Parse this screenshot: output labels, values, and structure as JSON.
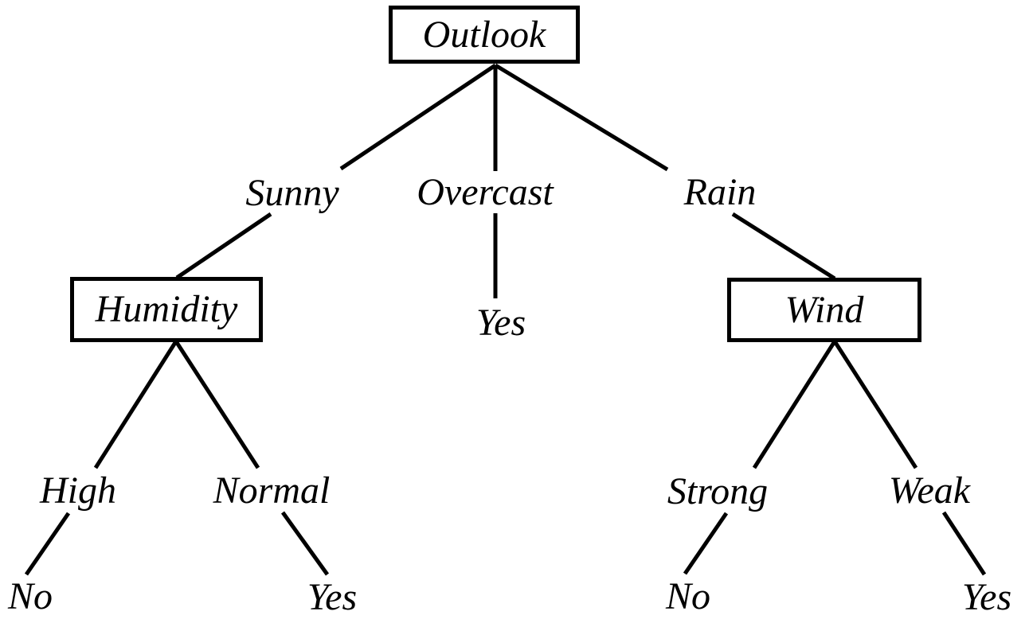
{
  "diagram": {
    "kind": "decision-tree",
    "colors": {
      "background": "#ffffff",
      "line": "#000000",
      "text": "#000000"
    }
  },
  "root": {
    "label": "Outlook"
  },
  "branches": {
    "sunny": {
      "edge_label": "Sunny",
      "node": {
        "label": "Humidity"
      },
      "children": {
        "high": {
          "edge_label": "High",
          "leaf": "No"
        },
        "normal": {
          "edge_label": "Normal",
          "leaf": "Yes"
        }
      }
    },
    "overcast": {
      "edge_label": "Overcast",
      "leaf": "Yes"
    },
    "rain": {
      "edge_label": "Rain",
      "node": {
        "label": "Wind"
      },
      "children": {
        "strong": {
          "edge_label": "Strong",
          "leaf": "No"
        },
        "weak": {
          "edge_label": "Weak",
          "leaf": "Yes"
        }
      }
    }
  }
}
